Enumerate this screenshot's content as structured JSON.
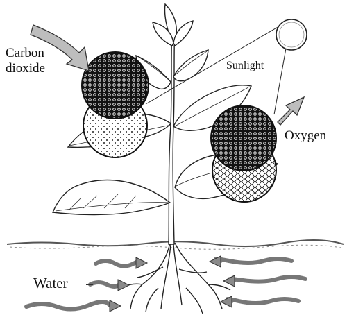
{
  "labels": {
    "carbon_dioxide_line1": "Carbon",
    "carbon_dioxide_line2": "dioxide",
    "sunlight": "Sunlight",
    "oxygen": "Oxygen",
    "water": "Water"
  },
  "colors": {
    "ink": "#111111",
    "arrow_fill": "#bdbdbd",
    "arrow_stroke": "#333333",
    "ground": "#555555",
    "leaf_fill": "#ffffff"
  }
}
